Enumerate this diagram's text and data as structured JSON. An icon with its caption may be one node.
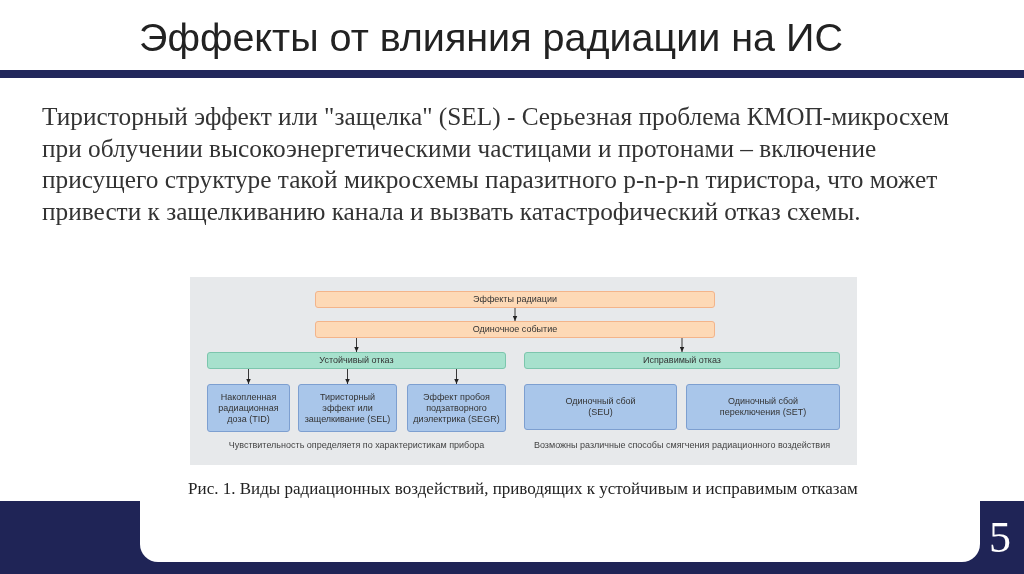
{
  "diagram": {
    "title": "Эффекты от влияния радиации на ИС",
    "caption": "Рис. 1. Виды радиационных воздействий, приводящих к устойчивым и исправимым отказам",
    "nodes": [
      {
        "text": [
          "Эффекты радиации"
        ]
      },
      {
        "text": [
          "Одиночное событие"
        ]
      },
      {
        "text": [
          "Устойчивый отказ"
        ]
      },
      {
        "text": [
          "Исправимый отказ"
        ]
      },
      {
        "text": [
          "Накопленная радиационная доза (TID)"
        ]
      },
      {
        "text": [
          "Тиристорный эффект или защелкивание (SEL)"
        ]
      },
      {
        "text": [
          "Эффект пробоя подзатворного диэлектрика (SEGR)"
        ]
      },
      {
        "text": [
          "Одиночный сбой (SEU)"
        ]
      },
      {
        "text": [
          "Одиночный сбой переключения (SET)"
        ]
      }
    ],
    "edges": [
      {
        "from": 0,
        "to": 1,
        "arrow": "to"
      },
      {
        "from": 1,
        "to": 2,
        "arrow": "to"
      },
      {
        "from": 1,
        "to": 3,
        "arrow": "to"
      },
      {
        "from": 2,
        "to": 4,
        "arrow": "to"
      },
      {
        "from": 2,
        "to": 5,
        "arrow": "to"
      },
      {
        "from": 2,
        "to": 6,
        "arrow": "to"
      }
    ],
    "labels": [
      "Тиристорный эффект или \"защелка\" (SEL) - Серьезная проблема КМОП-микросхем при облучении высокоэнергетическими частицами и протонами – включение присущего структуре такой микросхемы паразитного p-n-p-n тиристора, что может привести к защелкиванию канала и вызвать катастрофический отказ схемы.",
      "Чувствительность определяетя по характеристикам прибора",
      "Возможны различные способы смягчения радиационного воздействия",
      "5"
    ]
  }
}
